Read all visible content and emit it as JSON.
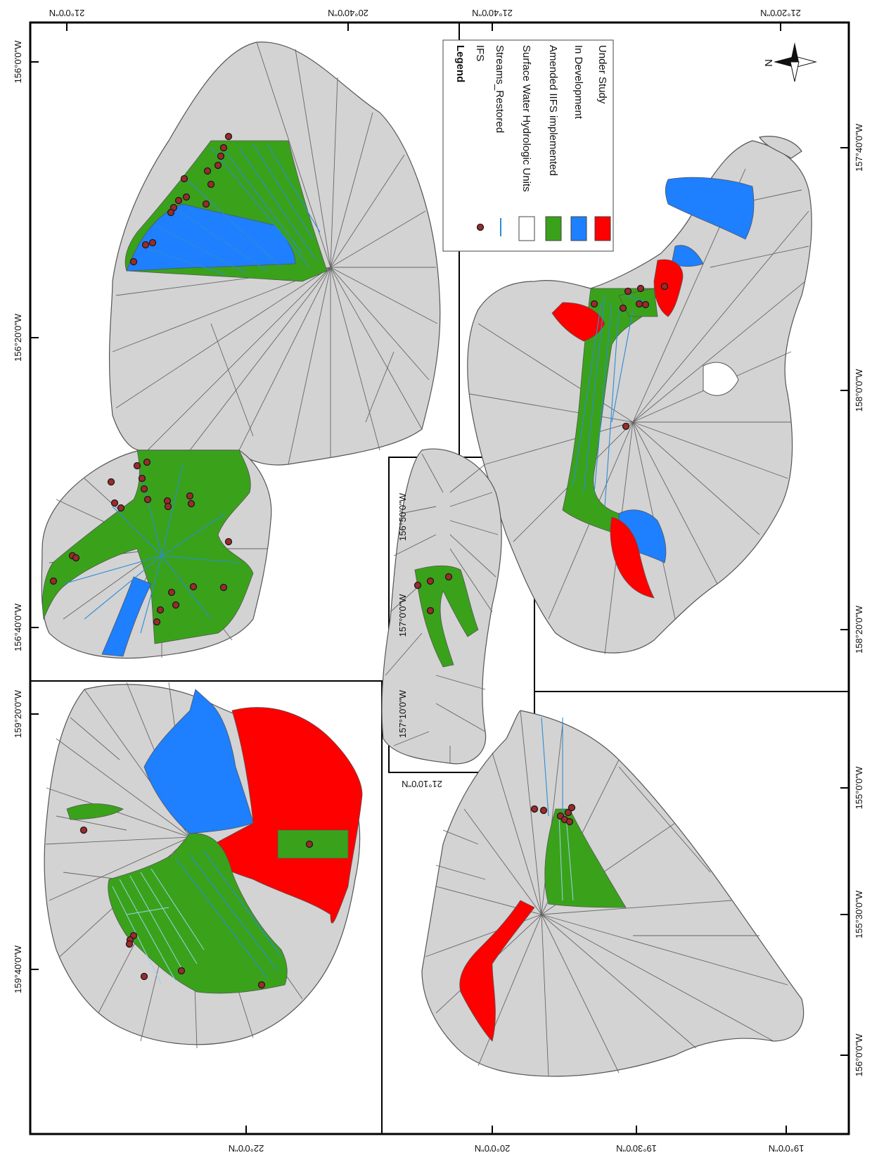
{
  "legend": {
    "title": "Legend",
    "items": [
      {
        "label": "IFS",
        "symbol": "point",
        "color": "#9b2b2b"
      },
      {
        "label": "Streams_Restored",
        "symbol": "line",
        "color": "#2b8cd6"
      },
      {
        "label": "Surface Water Hydrologic Units",
        "symbol": "patch",
        "color": "#ffffff"
      },
      {
        "label": "Amended IIFS implemented",
        "symbol": "patch",
        "color": "#3aa21a"
      },
      {
        "label": "In Development",
        "symbol": "patch",
        "color": "#1e7fff"
      },
      {
        "label": "Under Study",
        "symbol": "patch",
        "color": "#ff0000"
      }
    ]
  },
  "north_arrow": {
    "label": "N",
    "icon": "north-arrow-icon"
  },
  "panels": {
    "maui": {
      "lat_labels": [
        "21°0'0\"N",
        "20°40'0\"N"
      ],
      "lon_labels": [
        "156°0'0\"W",
        "156°20'0\"W",
        "156°40'0\"W"
      ]
    },
    "oahu": {
      "lat_labels": [
        "21°40'0\"N",
        "21°20'0\"N"
      ],
      "lon_labels": [
        "157°40'0\"W",
        "158°0'0\"W",
        "158°20'0\"W"
      ]
    },
    "molokai": {
      "lat_labels": [
        "21°10'0\"N"
      ],
      "lon_labels": [
        "156°50'0\"W",
        "157°0'0\"W",
        "157°10'0\"W"
      ]
    },
    "kauai": {
      "lat_labels": [
        "22°0'0\"N"
      ],
      "lon_labels": [
        "159°20'0\"W",
        "159°40'0\"W"
      ]
    },
    "hawaii": {
      "lat_labels": [
        "20°0'0\"N",
        "19°30'0\"N",
        "19°0'0\"N"
      ],
      "lon_labels": [
        "155°0'0\"W",
        "155°30'0\"W",
        "156°0'0\"W"
      ]
    }
  },
  "colors": {
    "ifs": "#9b2b2b",
    "stream": "#2b8cd6",
    "amended": "#3aa21a",
    "in_development": "#1e7fff",
    "under_study": "#ff0000",
    "hydrologic_unit": "#d3d3d3"
  }
}
